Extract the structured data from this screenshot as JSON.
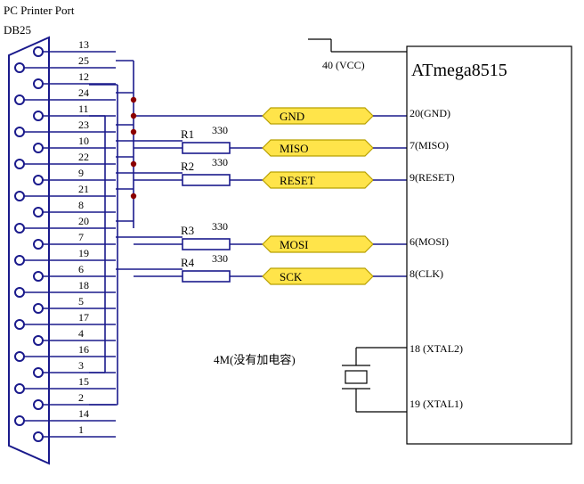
{
  "header": {
    "title": "PC Printer Port",
    "connector": "DB25"
  },
  "db25": {
    "pins": [
      "13",
      "25",
      "12",
      "24",
      "11",
      "23",
      "10",
      "22",
      "9",
      "21",
      "8",
      "20",
      "7",
      "19",
      "6",
      "18",
      "5",
      "17",
      "4",
      "16",
      "3",
      "15",
      "2",
      "14",
      "1"
    ]
  },
  "resistors": [
    {
      "name": "R1",
      "value": "330"
    },
    {
      "name": "R2",
      "value": "330"
    },
    {
      "name": "R3",
      "value": "330"
    },
    {
      "name": "R4",
      "value": "330"
    }
  ],
  "signals": {
    "gnd": "GND",
    "miso": "MISO",
    "reset": "RESET",
    "mosi": "MOSI",
    "sck": "SCK"
  },
  "chip": {
    "name": "ATmega8515",
    "vcc": "40 (VCC)",
    "gnd": "20(GND)",
    "miso": "7(MISO)",
    "reset": "9(RESET)",
    "mosi": "6(MOSI)",
    "clk": "8(CLK)",
    "xtal2": "18 (XTAL2)",
    "xtal1": "19 (XTAL1)"
  },
  "crystal": {
    "note": "4M(没有加电容)"
  },
  "colors": {
    "wire": "#1a1a8c",
    "dot": "#8b0000",
    "arrow_fill": "#ffe44a",
    "arrow_stroke": "#b8a000",
    "resistor": "#1a1a8c"
  }
}
